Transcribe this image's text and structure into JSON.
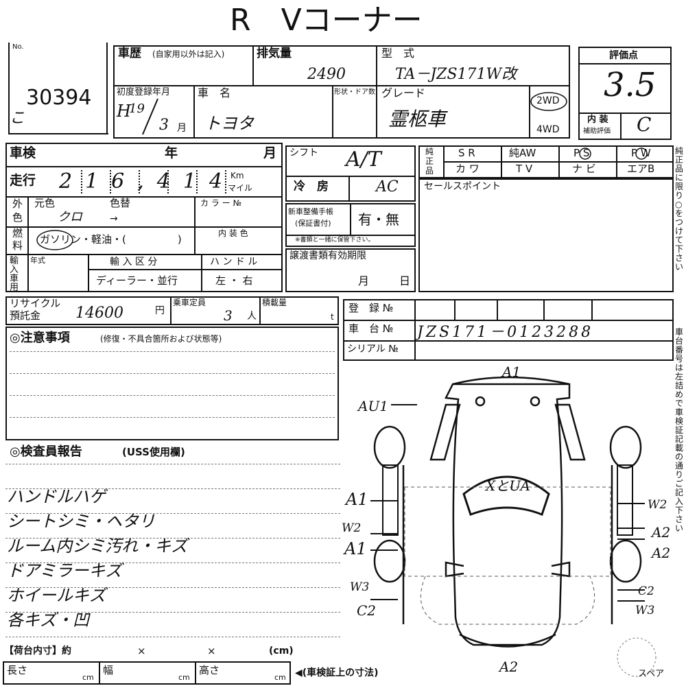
{
  "header": {
    "title": "R　Vコーナー"
  },
  "lot": {
    "no_label": "No.",
    "number": "30394",
    "side_mark": "こ"
  },
  "history": {
    "label": "車歴",
    "note": "(自家用以外は記入)"
  },
  "displacement": {
    "label": "排気量",
    "value": "2490"
  },
  "model": {
    "label": "型　式",
    "value": "TA－JZS171W改"
  },
  "first_reg": {
    "label": "初度登録年月",
    "era": "H",
    "year": "19",
    "month": "3",
    "month_unit": "月"
  },
  "car_name": {
    "label": "車　名",
    "value": "トヨタ"
  },
  "shape": {
    "label": "形状・ドア数"
  },
  "grade": {
    "label": "グレード",
    "value": "霊柩車"
  },
  "drive": {
    "opt1": "2WD",
    "opt2": "4WD"
  },
  "rating": {
    "label": "評価点",
    "value": "3.5",
    "interior_label": "内 装",
    "interior_sub": "補助評価",
    "interior_value": "C"
  },
  "inspection": {
    "label": "車検",
    "year": "年",
    "month": "月"
  },
  "mileage": {
    "label": "走行",
    "value": "216,414",
    "unit_km": "Km",
    "unit_mile": "マイル"
  },
  "color": {
    "label1": "外",
    "label2": "色",
    "original": "元色",
    "changed": "色替",
    "value": "クロ",
    "arrow": "→",
    "color_no": "カ ラ ー №"
  },
  "fuel": {
    "label1": "燃",
    "label2": "料",
    "options": "ガソリン・軽油・(　　　　　)",
    "interior_color": "内 装 色"
  },
  "import": {
    "label": "輸入車用",
    "year": "年式",
    "category": "輸 入 区 分",
    "category_opts": "ディーラー・並行",
    "handle": "ハ ン ド ル",
    "handle_opts": "左 ・ 右"
  },
  "shift": {
    "label": "シフト",
    "value": "A/T"
  },
  "ac": {
    "label": "冷　房",
    "value": "AC"
  },
  "manual": {
    "label1": "新車整備手帳",
    "label2": "(保証書付)",
    "value": "有・無",
    "note": "※書類と一緒に保管下さい。"
  },
  "transfer": {
    "label": "譲渡書類有効期限",
    "month": "月",
    "day": "日"
  },
  "options": {
    "label1": "純",
    "label2": "正",
    "label3": "品",
    "row1": [
      "S R",
      "純AW",
      "P S",
      "P W"
    ],
    "row2": [
      "カ ワ",
      "T V",
      "ナ ビ",
      "エアB"
    ]
  },
  "sales_point": {
    "label": "セールスポイント"
  },
  "side_note_1": "純正品に限り○をつけて下さい",
  "side_note_2": "車台番号は左詰めで車検証記載の通りご記入下さい",
  "recycle": {
    "label1": "リサイクル",
    "label2": "預託金",
    "value": "14600",
    "unit": "円"
  },
  "capacity": {
    "label": "乗車定員",
    "value": "3",
    "unit": "人"
  },
  "load": {
    "label": "積載量",
    "unit": "t"
  },
  "registration": {
    "label": "登　録 №"
  },
  "chassis": {
    "label": "車　台 №",
    "value": "JZS171－0123288"
  },
  "serial": {
    "label": "シリアル №"
  },
  "notes": {
    "title": "◎注意事項",
    "sub": "(修復・不具合箇所および状態等)"
  },
  "report": {
    "title": "◎検査員報告",
    "sub": "(USS使用欄)",
    "lines": [
      "ハンドルハゲ",
      "シートシミ・ヘタリ",
      "ルーム内シミ汚れ・キズ",
      "ドアミラーキズ",
      "ホイールキズ",
      "各キズ・凹"
    ]
  },
  "cargo": {
    "label": "【荷台内寸】約",
    "x1": "×",
    "x2": "×",
    "unit": "(cm)"
  },
  "dims": {
    "length": "長さ",
    "width": "幅",
    "height": "高さ",
    "cm": "cm",
    "note": "◀(車検証上の寸法)"
  },
  "diagram": {
    "marks": {
      "a1_top": "A1",
      "au1": "AU1",
      "a1_left1": "A1",
      "w2_left": "W2",
      "a1_left2": "A1",
      "w3_left": "W3",
      "c2_left": "C2",
      "w2_right": "W2",
      "a2_right1": "A2",
      "a2_right2": "A2",
      "c2_right": "C2",
      "w3_right": "W3",
      "a2_bottom": "A2",
      "windshield": "XとUA"
    },
    "spare": "スペア"
  }
}
